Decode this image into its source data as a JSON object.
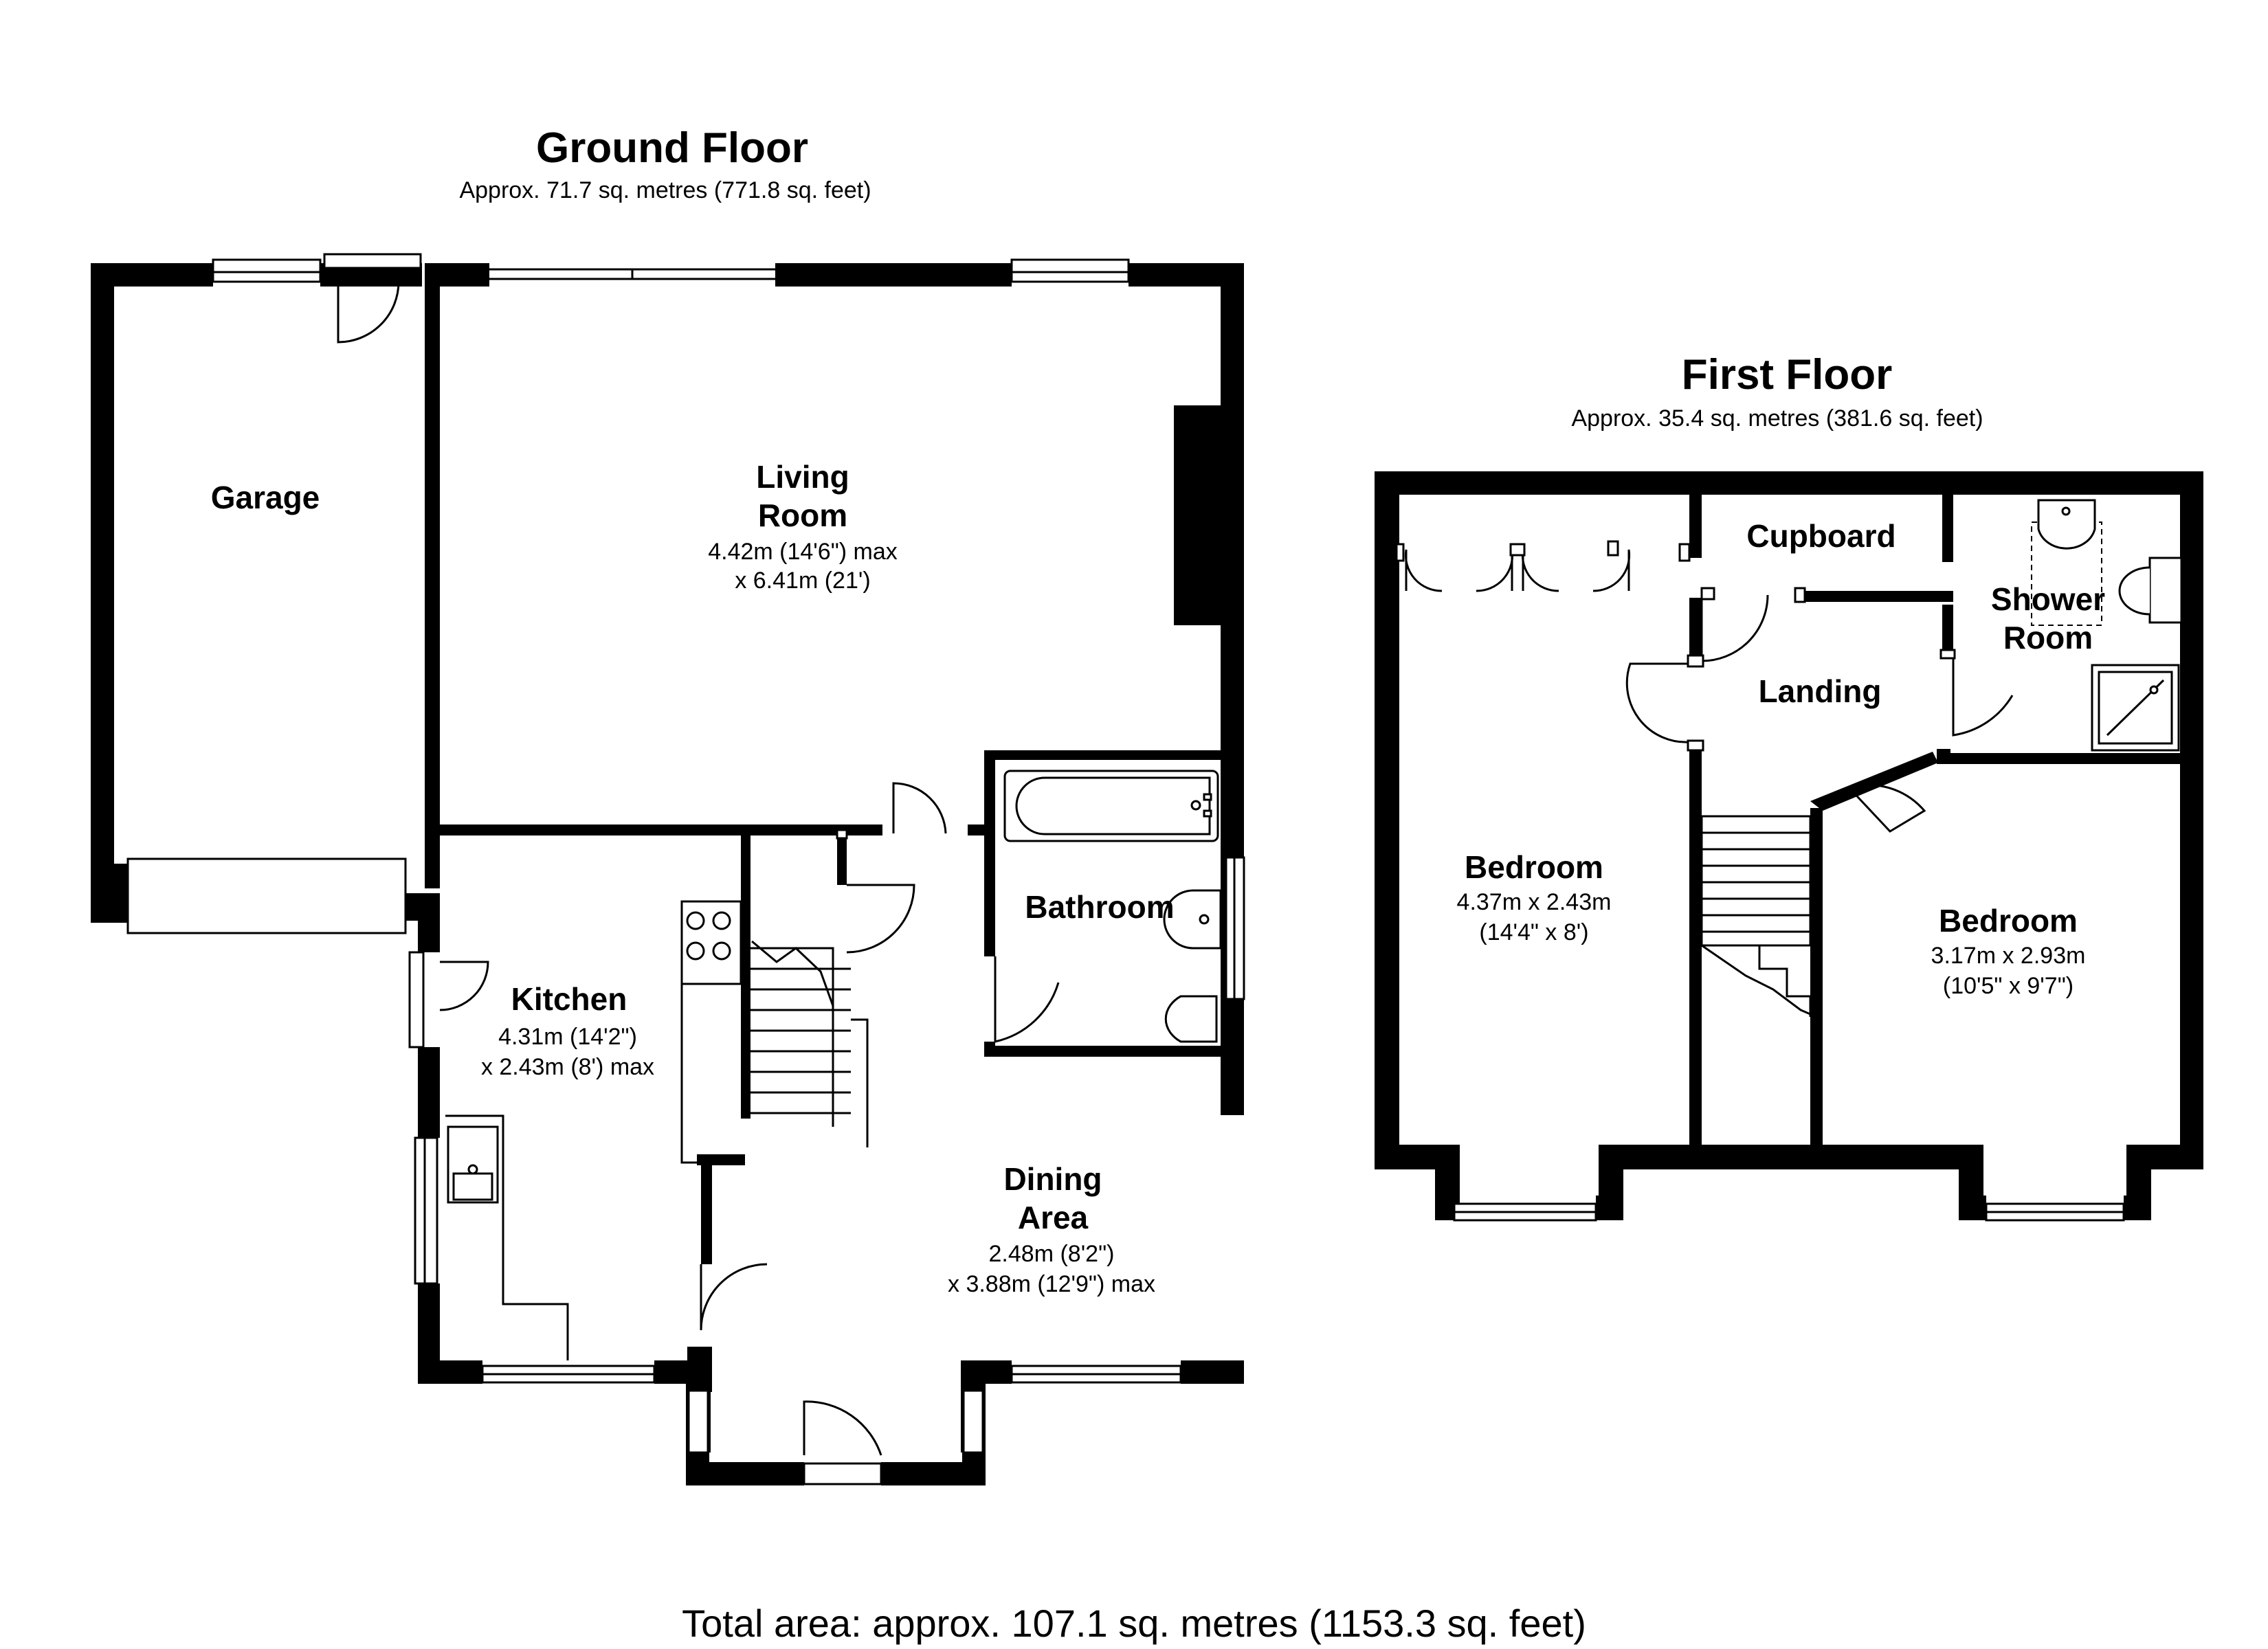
{
  "ground_floor": {
    "title": "Ground Floor",
    "area": "Approx. 71.7 sq. metres (771.8 sq. feet)",
    "rooms": {
      "garage": {
        "name": "Garage"
      },
      "living_room": {
        "name_line1": "Living",
        "name_line2": "Room",
        "dim_line1": "4.42m (14'6\") max",
        "dim_line2": "x 6.41m (21')"
      },
      "bathroom": {
        "name": "Bathroom"
      },
      "kitchen": {
        "name": "Kitchen",
        "dim_line1": "4.31m (14'2\")",
        "dim_line2": "x 2.43m (8') max"
      },
      "dining_area": {
        "name_line1": "Dining",
        "name_line2": "Area",
        "dim_line1": "2.48m (8'2\")",
        "dim_line2": "x 3.88m (12'9\") max"
      }
    }
  },
  "first_floor": {
    "title": "First Floor",
    "area": "Approx. 35.4 sq. metres (381.6 sq. feet)",
    "rooms": {
      "cupboard": {
        "name": "Cupboard"
      },
      "shower_room": {
        "name_line1": "Shower",
        "name_line2": "Room"
      },
      "landing": {
        "name": "Landing"
      },
      "bedroom_left": {
        "name": "Bedroom",
        "dim_line1": "4.37m x 2.43m",
        "dim_line2": "(14'4\" x 8')"
      },
      "bedroom_right": {
        "name": "Bedroom",
        "dim_line1": "3.17m x 2.93m",
        "dim_line2": "(10'5\" x 9'7\")"
      }
    }
  },
  "total_area": "Total area: approx. 107.1 sq. metres (1153.3 sq. feet)"
}
